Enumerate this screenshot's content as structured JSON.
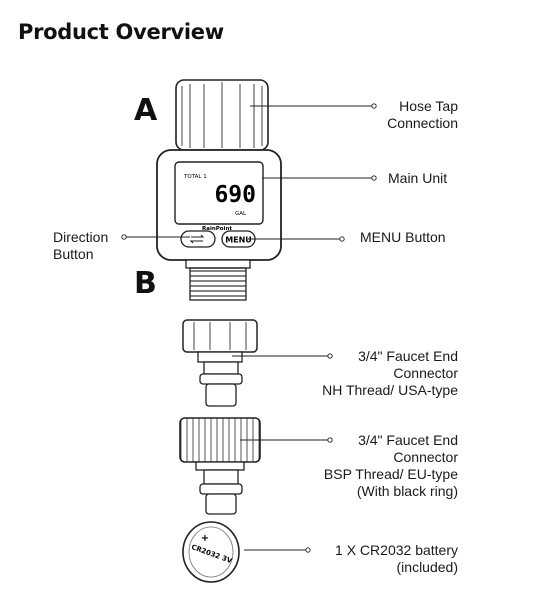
{
  "title": "Product Overview",
  "markers": {
    "a": "A",
    "b": "B"
  },
  "display": {
    "total_label": "TOTAL 1",
    "reading": "690",
    "unit": "GAL"
  },
  "buttons": {
    "menu": "MENU",
    "brand": "RainPoint"
  },
  "battery_marking": "CR2032 3V",
  "battery_plus": "+",
  "labels": {
    "hose_tap": [
      "Hose Tap",
      "Connection"
    ],
    "main_unit": "Main Unit",
    "direction_button": [
      "Direction",
      "Button"
    ],
    "menu_button": "MENU Button",
    "faucet_nh": [
      "3/4\" Faucet End",
      "Connector",
      "NH Thread/ USA-type"
    ],
    "faucet_bsp": [
      "3/4\" Faucet End",
      "Connector",
      "BSP Thread/ EU-type",
      "(With black ring)"
    ],
    "battery": [
      "1 X CR2032 battery",
      "(included)"
    ]
  }
}
